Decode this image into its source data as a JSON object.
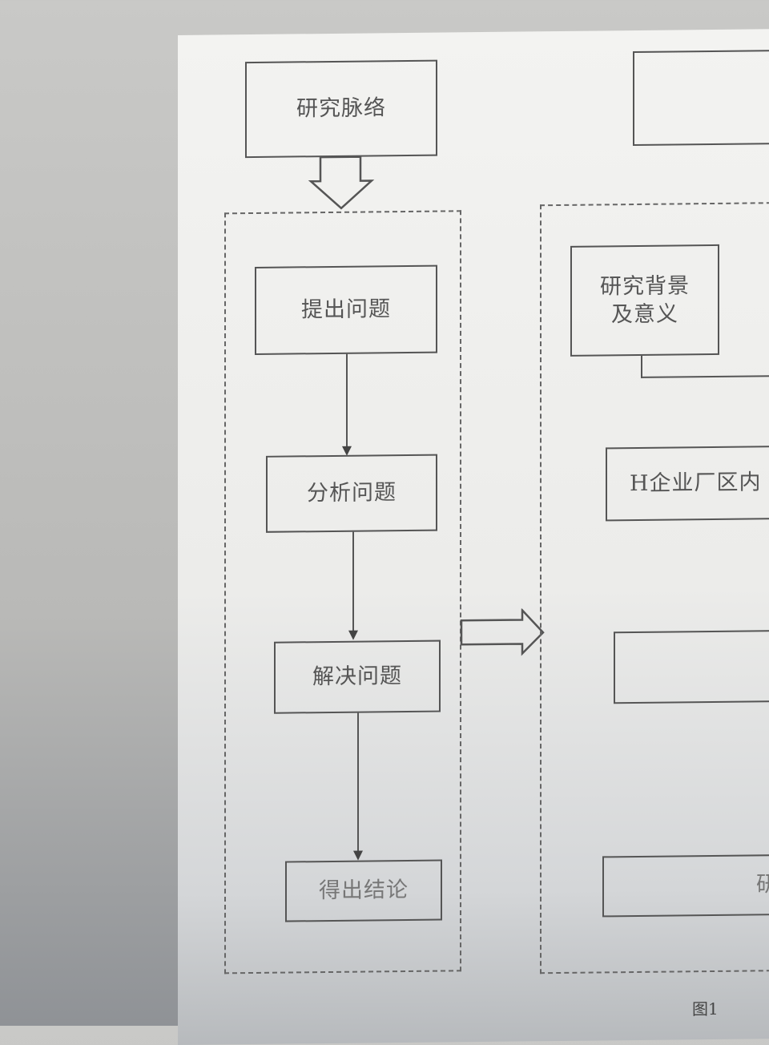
{
  "left_column": {
    "context_box": "研究脉络",
    "steps": [
      "提出问题",
      "分析问题",
      "解决问题",
      "得出结论"
    ]
  },
  "right_column": {
    "top_box": "",
    "boxes": [
      "研究背景\n及意义",
      "H企业厂区内",
      "",
      "研究"
    ]
  },
  "caption": "图1"
}
